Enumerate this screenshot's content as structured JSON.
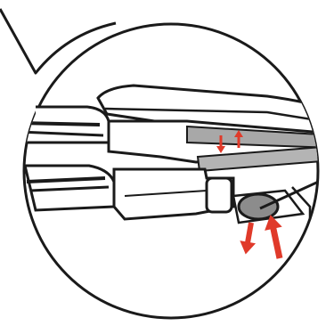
{
  "figure": {
    "kind": "technical-illustration",
    "subject": "magnified-callout",
    "colors": {
      "ink": "#1a1a1a",
      "paper": "#ffffff",
      "shade": "#a8a8a8",
      "shade_dark": "#8c8c8c",
      "arrow": "#e03a2a"
    },
    "arrows": [
      {
        "name": "small-arrow-down",
        "direction": "down",
        "color": "#e03a2a"
      },
      {
        "name": "small-arrow-up",
        "direction": "up",
        "color": "#e03a2a"
      },
      {
        "name": "large-arrow-down",
        "direction": "down",
        "color": "#e03a2a"
      },
      {
        "name": "large-arrow-up",
        "direction": "up",
        "color": "#e03a2a"
      }
    ]
  }
}
